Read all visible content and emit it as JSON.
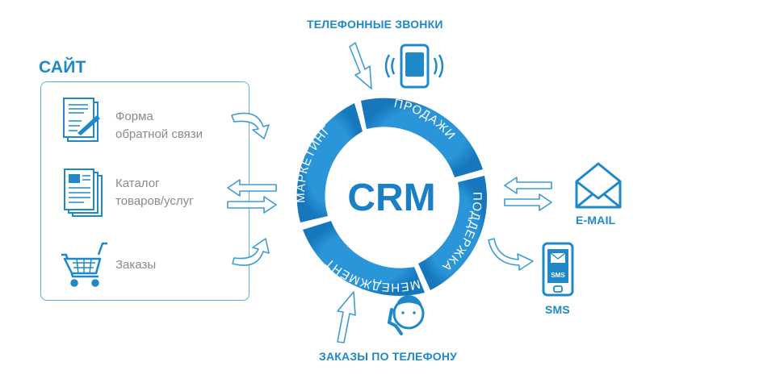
{
  "site": {
    "title": "САЙТ",
    "items": [
      {
        "line1": "Форма",
        "line2": "обратной связи",
        "icon": "feedback-form-icon"
      },
      {
        "line1": "Каталог",
        "line2": "товаров/услуг",
        "icon": "catalog-icon"
      },
      {
        "line1": "Заказы",
        "line2": "",
        "icon": "shopping-cart-icon"
      }
    ]
  },
  "hub": {
    "center": "CRM",
    "segments": [
      "ПРОДАЖИ",
      "ПОДДЕРЖКА",
      "МЕНЕДЖМЕНТ",
      "МАРКЕТИНГ"
    ]
  },
  "channels": {
    "phone_calls": "ТЕЛЕФОННЫЕ ЗВОНКИ",
    "phone_orders": "ЗАКАЗЫ ПО ТЕЛЕФОНУ",
    "email": "E-MAIL",
    "sms": "SMS",
    "sms_screen": "SMS"
  },
  "colors": {
    "primary": "#1e88c9",
    "ring": "#1f8bd0",
    "ring_light": "#4aa8e0",
    "gray_text": "#8a8a8a",
    "crm_text": "#1a7fc4"
  }
}
